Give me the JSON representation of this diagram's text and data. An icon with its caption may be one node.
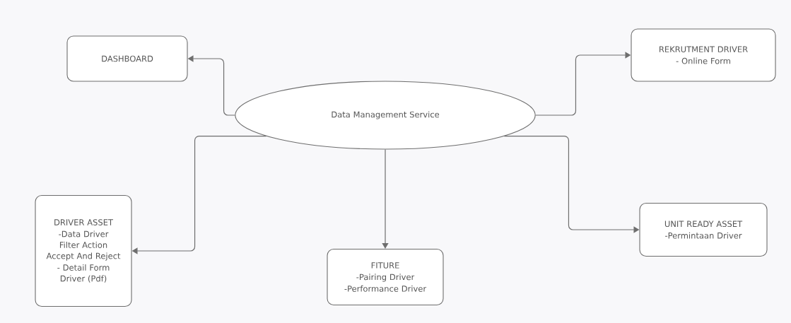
{
  "diagram": {
    "nodes": [
      {
        "text": [
          "Data Management Service"
        ]
      },
      {
        "text": [
          "DASHBOARD"
        ]
      },
      {
        "text": [
          "REKRUTMENT DRIVER",
          "- Online Form"
        ]
      },
      {
        "text": [
          "DRIVER ASSET",
          "-Data Driver Filter Action Accept And Reject",
          "- Detail Form Driver (Pdf)"
        ]
      },
      {
        "text": [
          "FITURE",
          "-Pairing Driver",
          "-Performance Driver"
        ]
      },
      {
        "text": [
          "UNIT READY ASSET",
          "-Permintaan Driver"
        ]
      }
    ],
    "edges": [
      {
        "from": 0,
        "to": 1,
        "arrow": "to"
      },
      {
        "from": 0,
        "to": 2,
        "arrow": "to"
      },
      {
        "from": 0,
        "to": 3,
        "arrow": "to"
      },
      {
        "from": 0,
        "to": 4,
        "arrow": "to"
      },
      {
        "from": 0,
        "to": 5,
        "arrow": "to"
      }
    ]
  }
}
